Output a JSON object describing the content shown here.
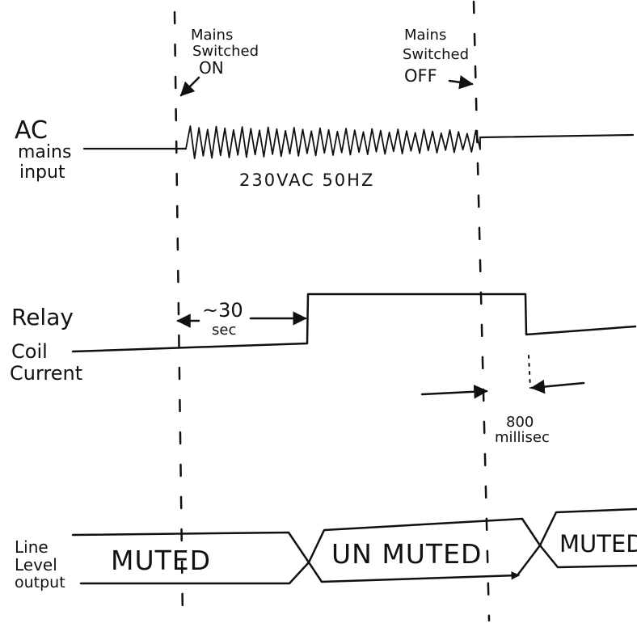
{
  "ink_color": "#111111",
  "background_color": "#ffffff",
  "markers": {
    "mains_on": {
      "lines": [
        "Mains",
        "Switched",
        "ON"
      ]
    },
    "mains_off": {
      "lines": [
        "Mains",
        "Switched",
        "OFF"
      ]
    }
  },
  "signals": {
    "ac_mains": {
      "label_lines": [
        "AC",
        "mains",
        "input"
      ],
      "waveform_label": "230VAC 50HZ"
    },
    "relay_coil": {
      "label_lines": [
        "Relay",
        "Coil",
        "Current"
      ],
      "delay_on_lines": [
        "~30",
        "sec"
      ],
      "delay_off_lines": [
        "800",
        "millisec"
      ]
    },
    "line_level": {
      "label_lines": [
        "Line",
        "Level",
        "output"
      ],
      "states": [
        "MUTED",
        "UN MUTED",
        "MUTED"
      ]
    }
  }
}
